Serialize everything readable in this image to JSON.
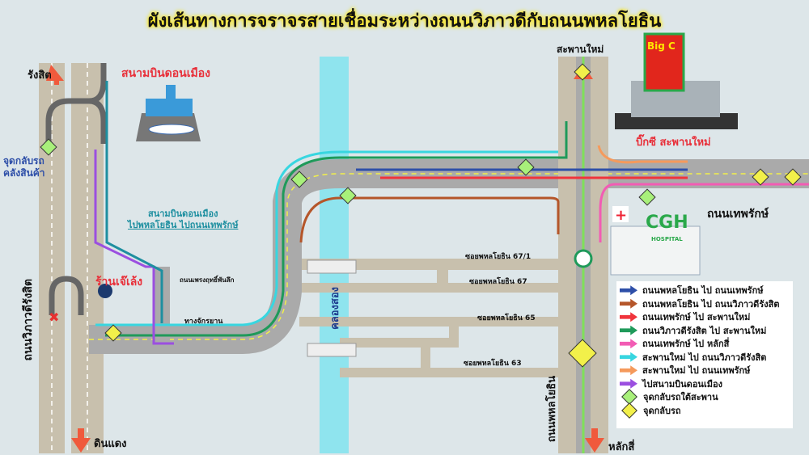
{
  "title": "ผังเส้นทางการจราจรสายเชื่อมระหว่างถนนวิภาวดีกับถนนพหลโยธิน",
  "labels": {
    "rangsit": "รังสิต",
    "din_daeng": "ดินแดง",
    "u_turn_warehouse_1": "จุดกลับรถ",
    "u_turn_warehouse_2": "คลังสินค้า",
    "vibhavadi_road": "ถนนวิภาวดีรังสิต",
    "don_mueang_airport": "สนามบินดอนเมือง",
    "airport_route_1": "สนามบินดอนเมือง",
    "airport_route_2": "ไปพหลโยธิน ไปถนนเทพรักษ์",
    "prem_road": "ถนนเพรงฤทธิ์พันลึก",
    "jae_leng_shop": "ร้านเจ๊เล้ง",
    "bike_lane": "ทางจักรยาน",
    "canal": "คลองสอง",
    "saphan_mai_top": "สะพานใหม่",
    "big_c_logo": "Big C",
    "big_c_label": "บิ๊กซี สะพานใหม่",
    "tepharak_road": "ถนนเทพรักษ์",
    "cgh_logo": "CGH",
    "cgh_sub": "HOSPITAL",
    "soi_67_1": "ซอยพหลโยธิน 67/1",
    "soi_67": "ซอยพหลโยธิน 67",
    "soi_65": "ซอยพหลโยธิน 65",
    "soi_63": "ซอยพหลโยธิน 63",
    "phahon_road": "ถนนพหลโยธิน",
    "lak_si": "หลักสี่"
  },
  "legend": [
    {
      "label": "ถนนพหลโยธิน ไป ถนนเทพรักษ์",
      "color": "#2e4fa8"
    },
    {
      "label": "ถนนพหลโยธิน ไป ถนนวิภาวดีรังสิต",
      "color": "#b5562a"
    },
    {
      "label": "ถนนเทพรักษ์ ไป สะพานใหม่",
      "color": "#f0343c"
    },
    {
      "label": "ถนนวิภาวดีรังสิต ไป สะพานใหม่",
      "color": "#1f9a5a"
    },
    {
      "label": "ถนนเทพรักษ์  ไป หลักสี่",
      "color": "#f25cb4"
    },
    {
      "label": "สะพานใหม่ ไป ถนนวิภาวดีรังสิต",
      "color": "#38d6e0"
    },
    {
      "label": "สะพานใหม่ ไป ถนนเทพรักษ์",
      "color": "#f59a5c"
    },
    {
      "label": "ไปสนามบินดอนเมือง",
      "color": "#9b4fe0"
    },
    {
      "label": "จุดกลับรถใต้สะพาน",
      "color": "#a8f07a"
    },
    {
      "label": "จุดกลับรถ",
      "color": "#f2f04a"
    }
  ]
}
